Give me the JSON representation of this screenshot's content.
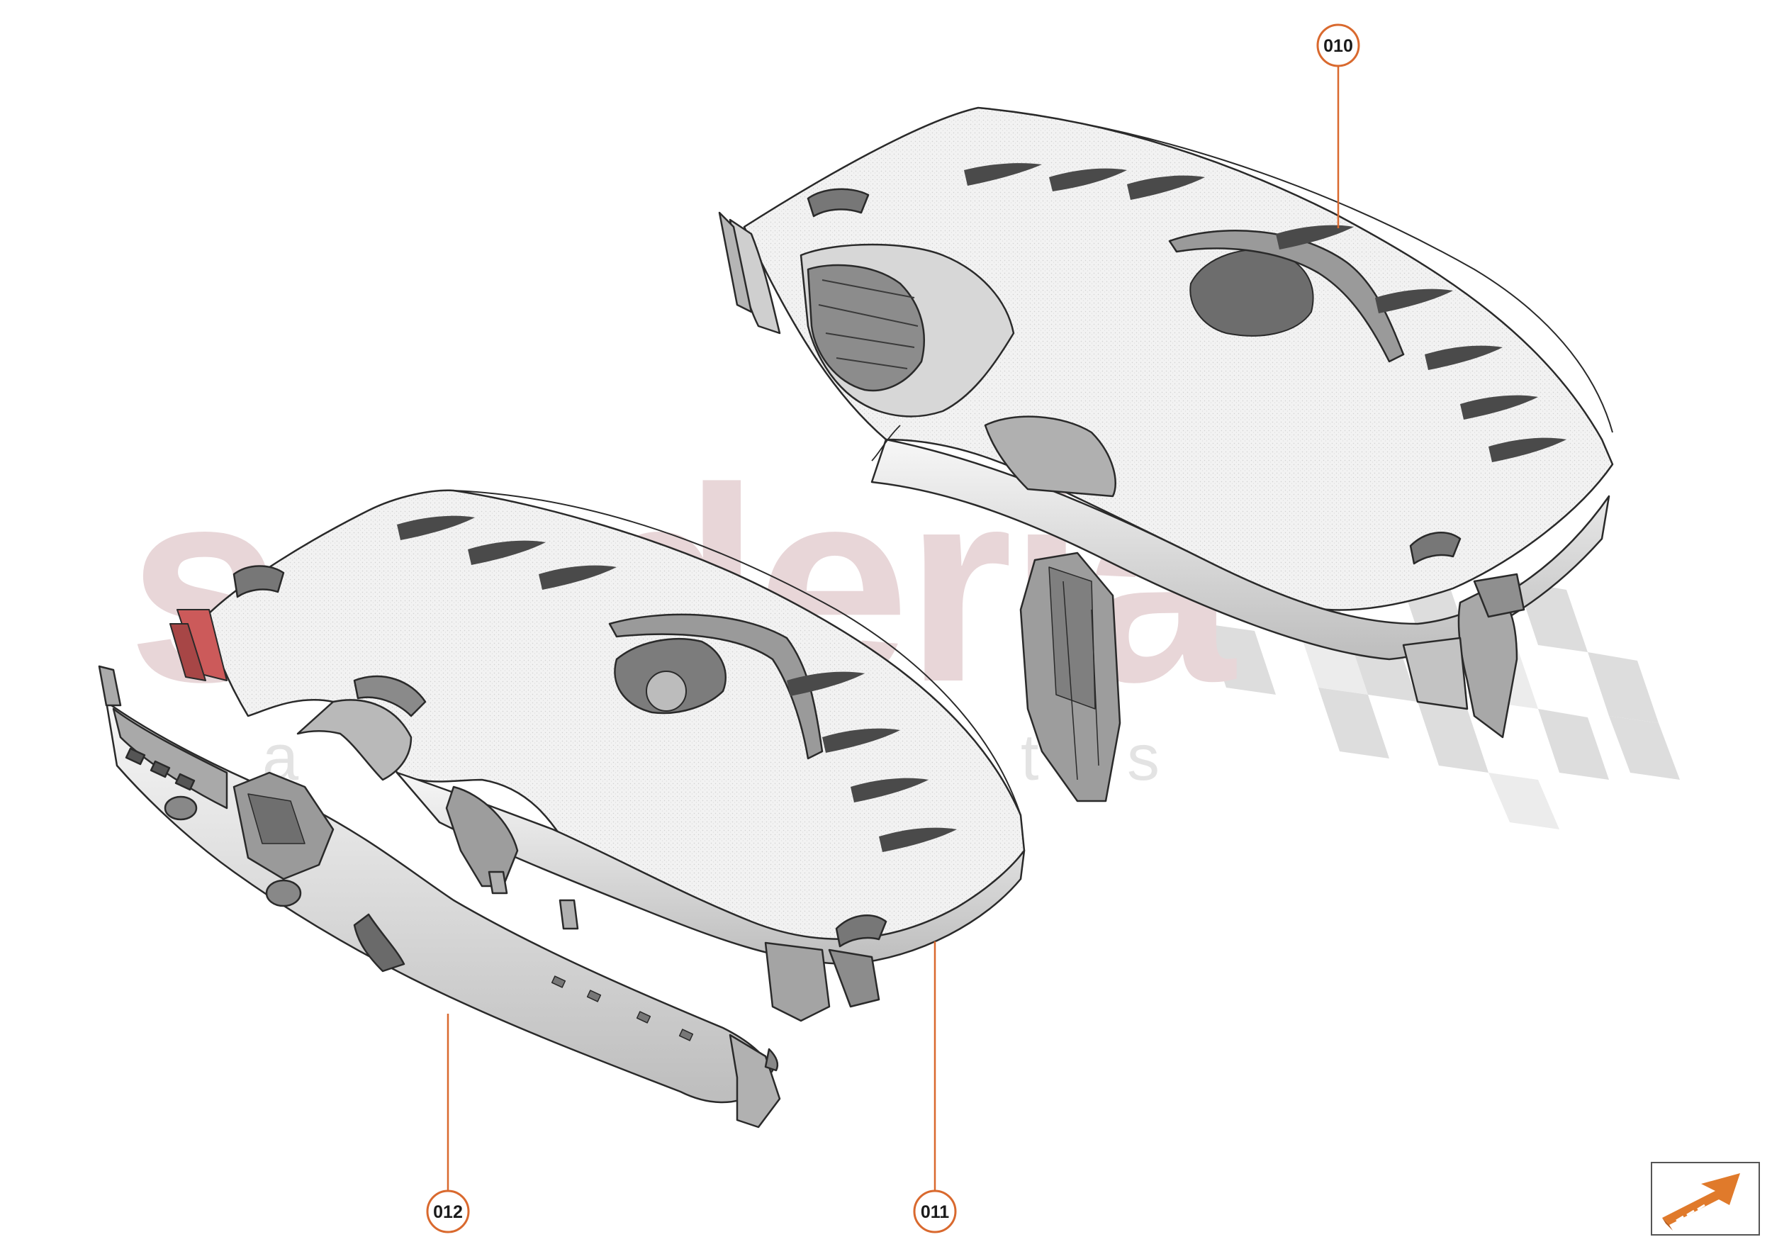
{
  "watermark": {
    "brand": "scuderia",
    "sub_letters": [
      "a",
      "p",
      "a",
      "r",
      "t",
      "s"
    ],
    "checker_color": "#dcdcdc",
    "brand_color": "#e8d6d8"
  },
  "callouts": [
    {
      "id": "010",
      "label": "010"
    },
    {
      "id": "011",
      "label": "011"
    },
    {
      "id": "012",
      "label": "012"
    }
  ],
  "colors": {
    "callout": "#d9692e",
    "part_fill": "#f4f4f4",
    "part_stroke": "#2a2a2a",
    "shade": "#7a7a7a"
  },
  "nav_icon": "forward-arrow-icon"
}
